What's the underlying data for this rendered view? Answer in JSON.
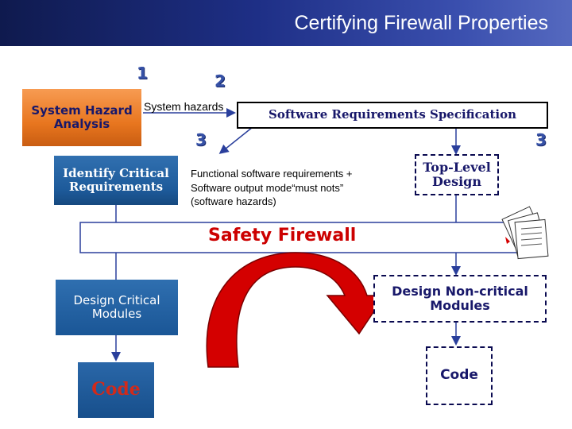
{
  "title": "Certifying Firewall Properties",
  "step_numbers": [
    "1",
    "2",
    "3",
    "3"
  ],
  "boxes": {
    "system_hazard_analysis": "System Hazard Analysis",
    "identify_critical_requirements": "Identify Critical Requirements",
    "software_requirements_specification": "Software Requirements Specification",
    "top_level_design": "Top-Level Design",
    "design_critical_modules": "Design Critical Modules",
    "design_noncritical_modules": "Design Non-critical Modules",
    "code_critical": "Code",
    "code_noncritical": "Code"
  },
  "labels": {
    "system_hazards": "System hazards",
    "functional_req_line1": "Functional software requirements +",
    "functional_req_line2": "Software output mode“must nots”",
    "functional_req_line3": "(software hazards)",
    "safety_firewall": "Safety Firewall"
  },
  "colors": {
    "header": "#1e2f86",
    "orange_box": "#e8761f",
    "blue_box": "#1d5a9a",
    "firewall_text": "#cc0000",
    "arrow_red": "#d40000",
    "connector": "#2a3f9c"
  }
}
